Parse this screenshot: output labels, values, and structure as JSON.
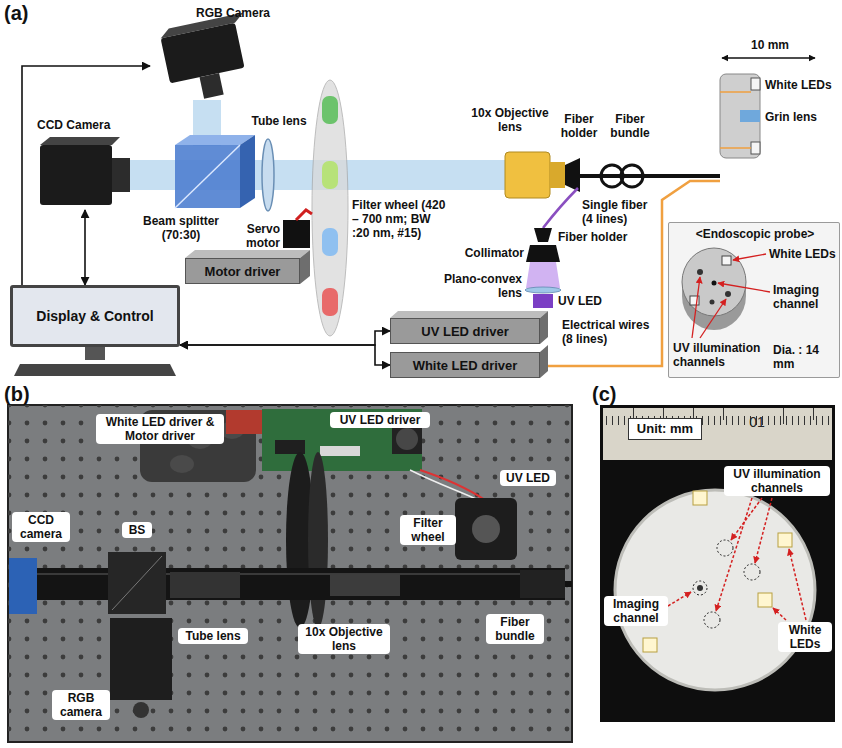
{
  "diagram": {
    "nodes": [
      {
        "text": [
          "RGB Camera"
        ]
      },
      {
        "text": [
          "CCD Camera"
        ]
      },
      {
        "text": [
          "Motor driver"
        ]
      },
      {
        "text": [
          "Display & Control"
        ]
      },
      {
        "text": [
          "UV LED driver"
        ]
      },
      {
        "text": [
          "White LED driver"
        ]
      },
      {
        "text": [
          "<Endoscopic probe>",
          "White LEDs",
          "Imaging channel",
          "UV illumination channels",
          "Dia. : 14 mm"
        ]
      }
    ],
    "edges": [
      {
        "from": 3,
        "to": 0,
        "arrow": "to"
      },
      {
        "from": 3,
        "to": 1,
        "arrow": "both"
      },
      {
        "from": 3,
        "to": 4,
        "arrow": "both"
      },
      {
        "from": 3,
        "to": 5,
        "arrow": "both"
      }
    ],
    "labels": [
      "(a)",
      "Tube lens",
      "Beam splitter (70:30)",
      "Servo motor",
      "Filter wheel (420 – 700 nm; BW :20 nm, #15)",
      "10x Objective lens",
      "Fiber holder",
      "Fiber bundle",
      "10 mm",
      "White LEDs",
      "Grin lens",
      "Single fiber (4 lines)",
      "Fiber holder",
      "Collimator",
      "Plano-convex lens",
      "UV LED",
      "Electrical wires (8 lines)",
      "(b)",
      "White LED driver & Motor driver",
      "UV LED driver",
      "UV LED",
      "CCD camera",
      "BS",
      "Filter wheel",
      "Tube lens",
      "10x Objective lens",
      "Fiber bundle",
      "RGB camera",
      "(c)",
      "01",
      "Unit: mm",
      "UV illumination channels",
      "Imaging channel",
      "White LEDs"
    ]
  }
}
